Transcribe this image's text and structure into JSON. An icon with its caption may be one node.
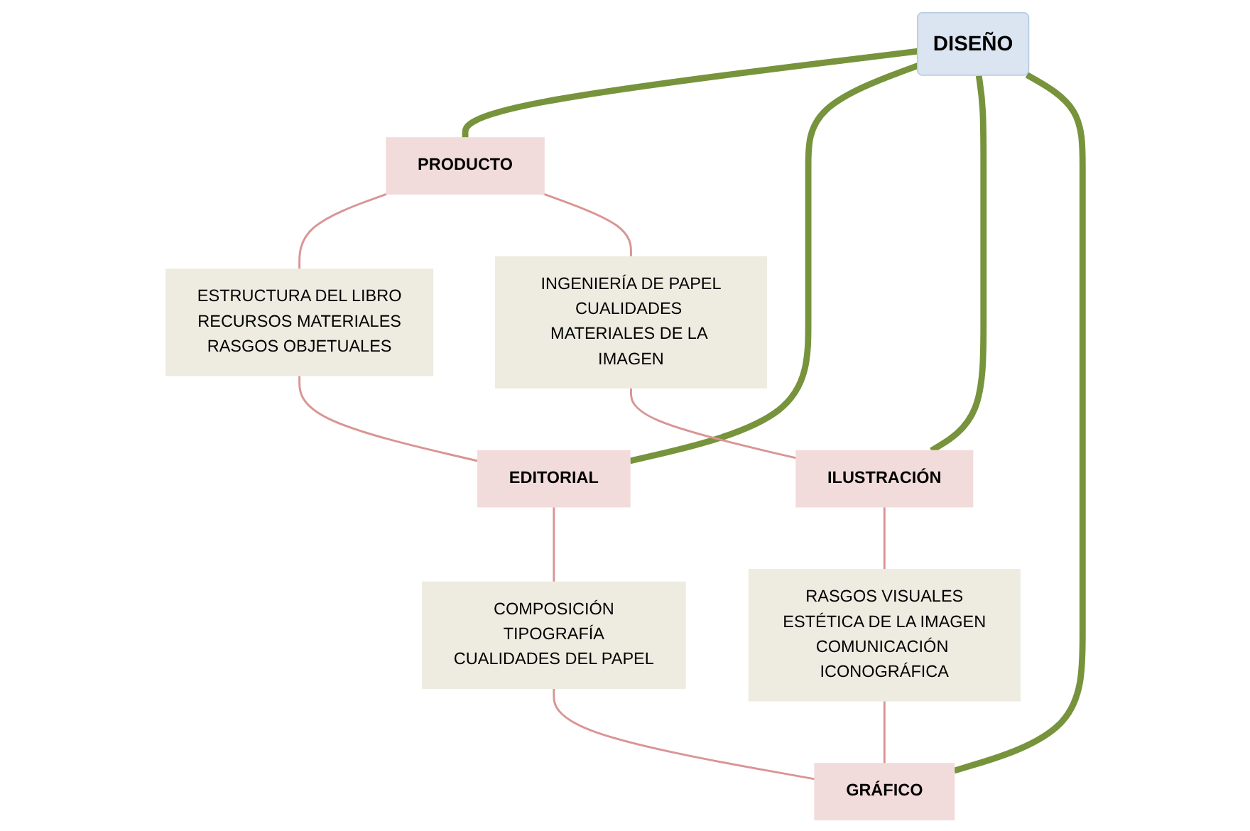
{
  "diagram": {
    "nodes": [
      {
        "text": [
          "PRODUCTO"
        ]
      },
      {
        "text": [
          "ESTRUCTURA DEL LIBRO",
          "RECURSOS MATERIALES",
          "RASGOS OBJETUALES"
        ]
      },
      {
        "text": [
          "EDITORIAL"
        ]
      },
      {
        "text": [
          "INGENIERÍA DE PAPEL",
          "CUALIDADES MATERIALES DE LA IMAGEN"
        ]
      },
      {
        "text": [
          "DISEÑO"
        ]
      },
      {
        "text": [
          "COMPOSICIÓN",
          "TIPOGRAFÍA",
          "CUALIDADES DEL PAPEL"
        ]
      },
      {
        "text": [
          "ILUSTRACIÓN"
        ]
      },
      {
        "text": [
          "RASGOS VISUALES",
          "ESTÉTICA DE LA IMAGEN",
          "COMUNICACIÓN ICONOGRÁFICA"
        ]
      },
      {
        "text": [
          "GRÁFICO"
        ]
      }
    ],
    "edges": [
      {
        "from": 0,
        "to": 1,
        "arrow": "none"
      },
      {
        "from": 1,
        "to": 2,
        "arrow": "none"
      },
      {
        "from": 0,
        "to": 3,
        "arrow": "none"
      },
      {
        "from": 2,
        "to": 5,
        "arrow": "none"
      },
      {
        "from": 4,
        "to": 0,
        "arrow": "none",
        "style": "thick",
        "color": "#77933c"
      },
      {
        "from": 4,
        "to": 2,
        "arrow": "none",
        "style": "thick",
        "color": "#77933c"
      },
      {
        "from": 3,
        "to": 6,
        "arrow": "none"
      },
      {
        "from": 5,
        "to": 8,
        "arrow": "none"
      },
      {
        "from": 4,
        "to": 6,
        "arrow": "none",
        "style": "thick",
        "color": "#77933c"
      },
      {
        "from": 4,
        "to": 8,
        "arrow": "none",
        "style": "thick",
        "color": "#77933c"
      },
      {
        "from": 6,
        "to": 7,
        "arrow": "none"
      },
      {
        "from": 7,
        "to": 8,
        "arrow": "none"
      }
    ]
  }
}
